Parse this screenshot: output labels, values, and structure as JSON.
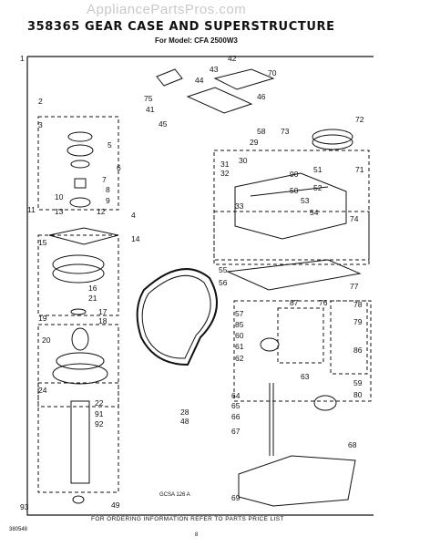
{
  "watermark": "AppliancePartsPros.com",
  "title": "358365 GEAR CASE AND SUPERSTRUCTURE",
  "model": "For Model: CFA 2500W3",
  "footer": "FOR ORDERING INFORMATION REFER TO PARTS PRICE LIST",
  "code_left": "380548",
  "code_center": "GCSA 126 A",
  "page_number": "8",
  "part_numbers": [
    "1",
    "2",
    "3",
    "4",
    "5",
    "6",
    "7",
    "8",
    "9",
    "10",
    "11",
    "12",
    "13",
    "14",
    "15",
    "16",
    "17",
    "18",
    "19",
    "20",
    "21",
    "22",
    "24",
    "28",
    "29",
    "30",
    "31",
    "32",
    "33",
    "41",
    "42",
    "43",
    "44",
    "45",
    "46",
    "48",
    "49",
    "50",
    "51",
    "52",
    "53",
    "54",
    "55",
    "56",
    "57",
    "58",
    "59",
    "60",
    "61",
    "62",
    "63",
    "64",
    "65",
    "66",
    "67",
    "68",
    "69",
    "70",
    "71",
    "72",
    "73",
    "74",
    "75",
    "76",
    "77",
    "78",
    "79",
    "80",
    "85",
    "86",
    "87",
    "90",
    "91",
    "92",
    "93"
  ]
}
